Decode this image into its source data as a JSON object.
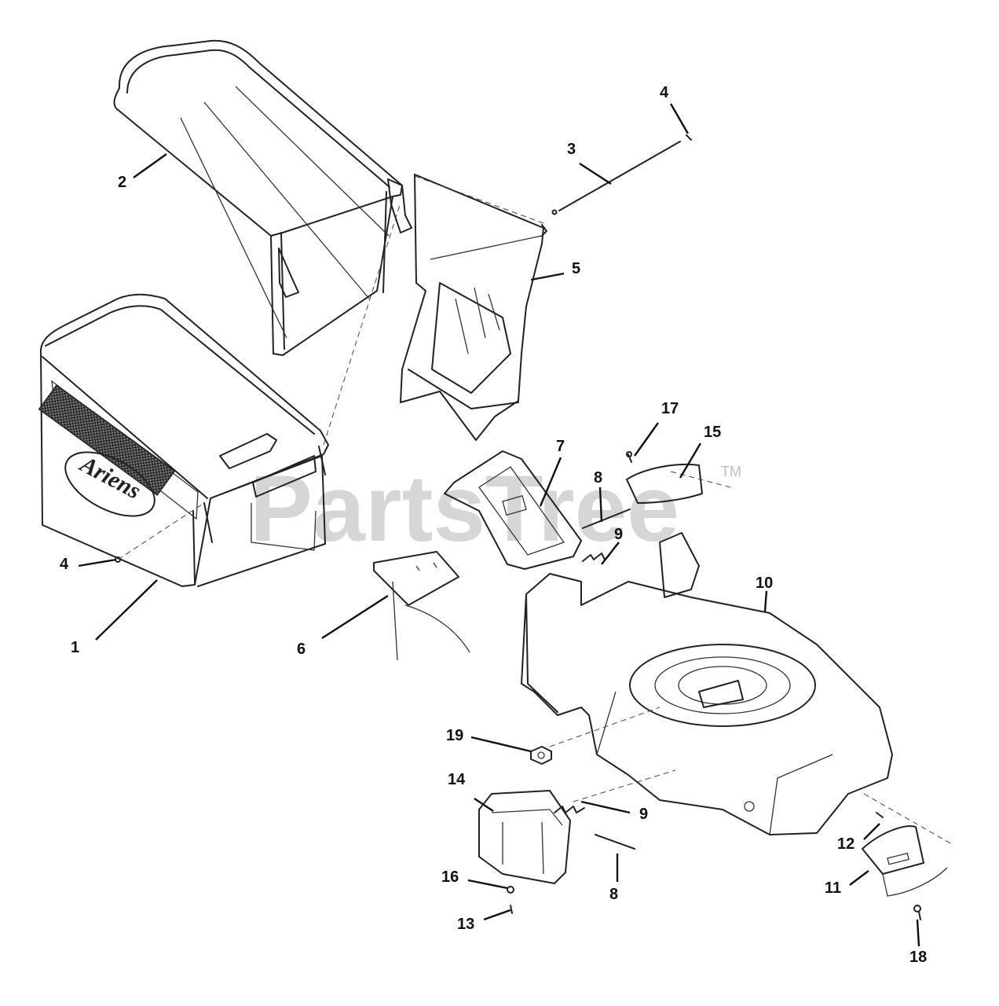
{
  "watermark": {
    "text": "PartsTree",
    "trademark": "TM"
  },
  "brand_logo": {
    "text": "Ariens"
  },
  "callouts": [
    {
      "id": "c1",
      "label": "1"
    },
    {
      "id": "c2",
      "label": "2"
    },
    {
      "id": "c3",
      "label": "3"
    },
    {
      "id": "c4a",
      "label": "4"
    },
    {
      "id": "c4b",
      "label": "4"
    },
    {
      "id": "c5",
      "label": "5"
    },
    {
      "id": "c6",
      "label": "6"
    },
    {
      "id": "c7",
      "label": "7"
    },
    {
      "id": "c8a",
      "label": "8"
    },
    {
      "id": "c8b",
      "label": "8"
    },
    {
      "id": "c9a",
      "label": "9"
    },
    {
      "id": "c9b",
      "label": "9"
    },
    {
      "id": "c10",
      "label": "10"
    },
    {
      "id": "c11",
      "label": "11"
    },
    {
      "id": "c12",
      "label": "12"
    },
    {
      "id": "c13",
      "label": "13"
    },
    {
      "id": "c14",
      "label": "14"
    },
    {
      "id": "c15",
      "label": "15"
    },
    {
      "id": "c16",
      "label": "16"
    },
    {
      "id": "c17",
      "label": "17"
    },
    {
      "id": "c18",
      "label": "18"
    },
    {
      "id": "c19",
      "label": "19"
    }
  ]
}
